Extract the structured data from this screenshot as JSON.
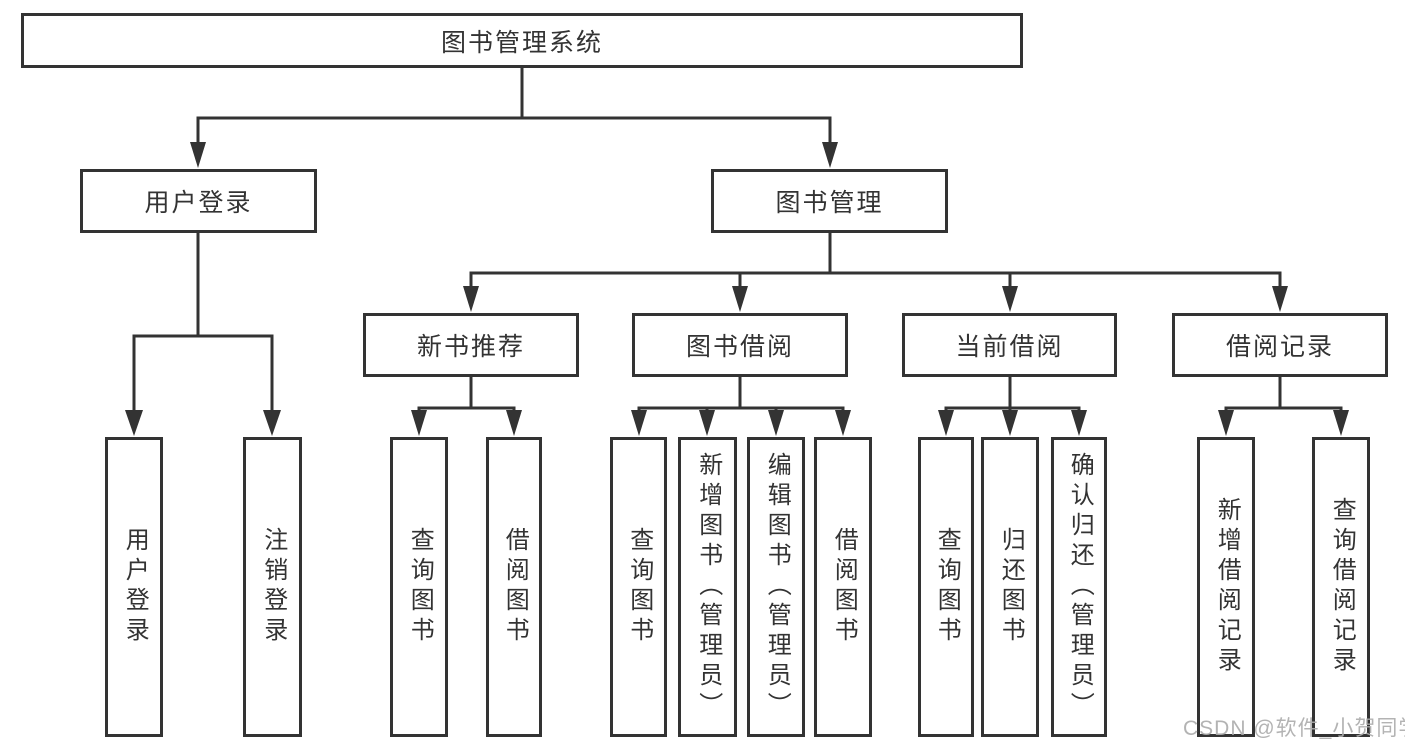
{
  "tree": {
    "root": {
      "label": "图书管理系统"
    },
    "branches": [
      {
        "label": "用户登录",
        "children": [
          {
            "label": "用户登录"
          },
          {
            "label": "注销登录"
          }
        ]
      },
      {
        "label": "图书管理",
        "children": [
          {
            "label": "新书推荐",
            "children": [
              {
                "label": "查询图书"
              },
              {
                "label": "借阅图书"
              }
            ]
          },
          {
            "label": "图书借阅",
            "children": [
              {
                "label": "查询图书"
              },
              {
                "label": "新增图书（管理员）"
              },
              {
                "label": "编辑图书（管理员）"
              },
              {
                "label": "借阅图书"
              }
            ]
          },
          {
            "label": "当前借阅",
            "children": [
              {
                "label": "查询图书"
              },
              {
                "label": "归还图书"
              },
              {
                "label": "确认归还（管理员）"
              }
            ]
          },
          {
            "label": "借阅记录",
            "children": [
              {
                "label": "新增借阅记录"
              },
              {
                "label": "查询借阅记录"
              }
            ]
          }
        ]
      }
    ]
  },
  "watermark": {
    "text": "CSDN @软件_小贺同学"
  },
  "style": {
    "line_color": "#333333",
    "box_border_color": "#333333",
    "text_color": "#333333",
    "watermark_color": "#acacac",
    "background": "#ffffff"
  }
}
